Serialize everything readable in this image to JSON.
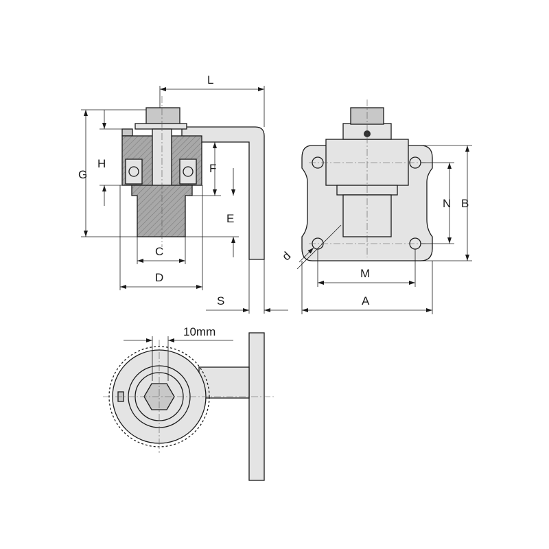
{
  "drawing": {
    "side_view": {
      "L": "L",
      "G": "G",
      "H": "H",
      "F": "F",
      "E": "E",
      "C": "C",
      "D": "D",
      "S": "S"
    },
    "front_view": {
      "N": "N",
      "B": "B",
      "M": "M",
      "A": "A",
      "d": "d"
    },
    "top_view": {
      "offset": "10mm"
    }
  }
}
